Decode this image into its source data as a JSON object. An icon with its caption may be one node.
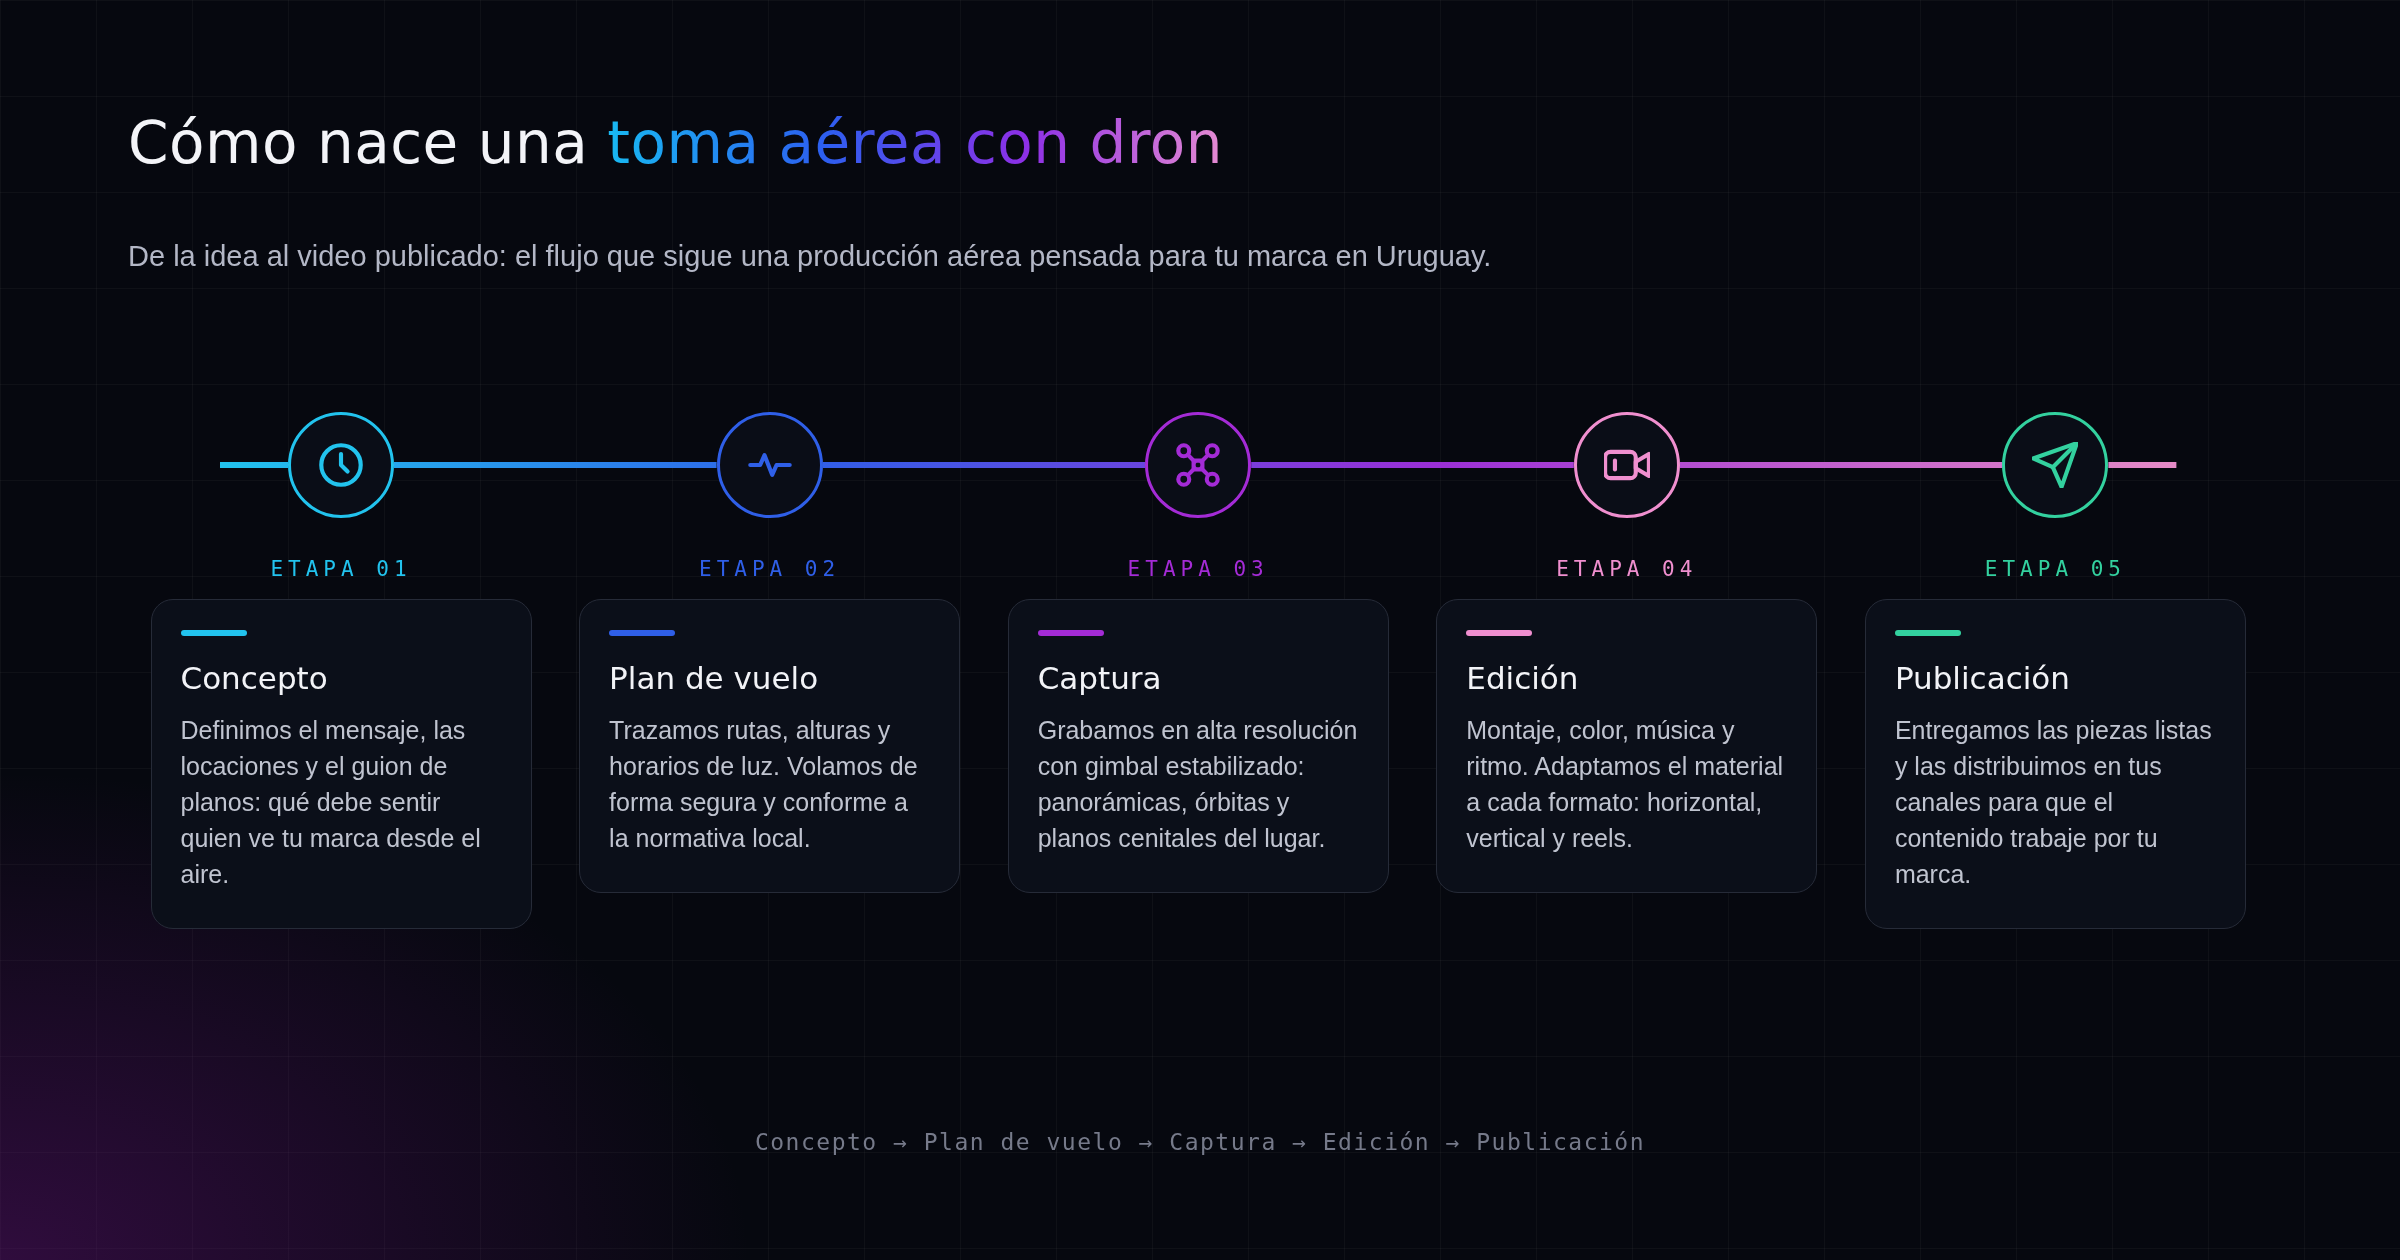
{
  "diagram": {
    "title": "Cómo nace una toma aérea con dron",
    "nodes": [
      {
        "text": [],
        "shape": "circle"
      },
      {
        "text": [],
        "shape": "circle"
      },
      {
        "text": [],
        "shape": "circle"
      },
      {
        "text": [],
        "shape": "circle"
      },
      {
        "text": [],
        "shape": "circle"
      },
      {
        "text": [
          "ETAPA 01",
          "Concepto",
          "Definimos el mensaje, las locaciones y el guion de planos: qué debe sentir quien ve tu marca desde el aire."
        ]
      },
      {
        "text": [
          "ETAPA 02",
          "Plan de vuelo",
          "Trazamos rutas, alturas y horarios de luz. Volamos de forma segura y conforme a la normativa local."
        ]
      },
      {
        "text": [
          "ETAPA 03",
          "Captura",
          "Grabamos en alta resolución con gimbal estabilizado: panorámicas, órbitas y planos cenitales del lugar."
        ]
      },
      {
        "text": [
          "ETAPA 04",
          "Edición",
          "Montaje, color, música y ritmo. Adaptamos el material a cada formato: horizontal, vertical y reels."
        ]
      },
      {
        "text": [
          "ETAPA 05",
          "Publicación",
          "Entregamos las piezas listas y las distribuimos en tus canales para que el contenido trabaje por tu marca."
        ]
      }
    ],
    "edges": [
      {
        "from": null,
        "to": 0,
        "arrow": "none"
      },
      {
        "from": 0,
        "to": 1,
        "arrow": "none"
      },
      {
        "from": 1,
        "to": 2,
        "arrow": "none"
      },
      {
        "from": 2,
        "to": 3,
        "arrow": "none"
      },
      {
        "from": 3,
        "to": 4,
        "arrow": "none"
      },
      {
        "from": 4,
        "to": null,
        "arrow": "none"
      }
    ],
    "labels": [
      "De la idea al video publicado: el flujo que sigue una producción aérea pensada para tu marca en Uruguay.",
      "Concepto → Plan de vuelo → Captura → Edición → Publicación"
    ]
  }
}
